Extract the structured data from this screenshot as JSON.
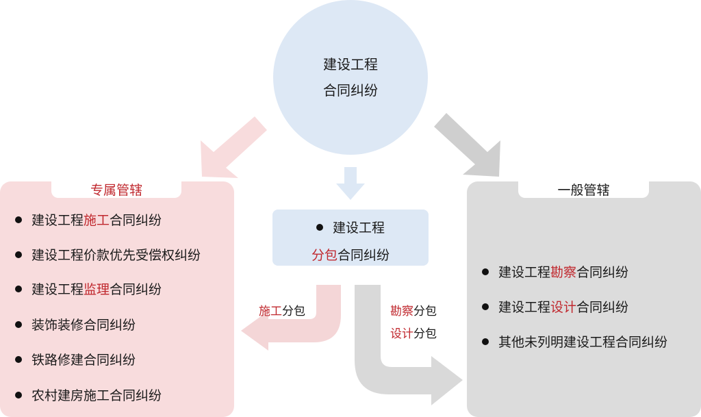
{
  "root": {
    "line1": "建设工程",
    "line2": "合同纠纷"
  },
  "exclusive": {
    "title": "专属管辖",
    "items": [
      {
        "pre": "建设工程",
        "red": "施工",
        "post": "合同纠纷"
      },
      {
        "pre": "建设工程价款优先受偿权纠纷",
        "red": "",
        "post": ""
      },
      {
        "pre": "建设工程",
        "red": "监理",
        "post": "合同纠纷"
      },
      {
        "pre": "装饰装修合同纠纷",
        "red": "",
        "post": ""
      },
      {
        "pre": "铁路修建合同纠纷",
        "red": "",
        "post": ""
      },
      {
        "pre": "农村建房施工合同纠纷",
        "red": "",
        "post": ""
      }
    ]
  },
  "general": {
    "title": "一般管辖",
    "items": [
      {
        "pre": "建设工程",
        "red": "勘察",
        "post": "合同纠纷"
      },
      {
        "pre": "建设工程",
        "red": "设计",
        "post": "合同纠纷"
      },
      {
        "pre": "其他未列明建设工程合同纠纷",
        "red": "",
        "post": ""
      }
    ]
  },
  "subcontract": {
    "line1": "建设工程",
    "line2_red": "分包",
    "line2_post": "合同纠纷"
  },
  "labels": {
    "construction": {
      "red": "施工",
      "post": "分包"
    },
    "survey": {
      "red": "勘察",
      "post": "分包"
    },
    "design": {
      "red": "设计",
      "post": "分包"
    }
  },
  "colors": {
    "accent_red": "#c0282e",
    "pink": "#f8dcdd",
    "gray": "#dcdcdc",
    "blue": "#dde8f5"
  }
}
